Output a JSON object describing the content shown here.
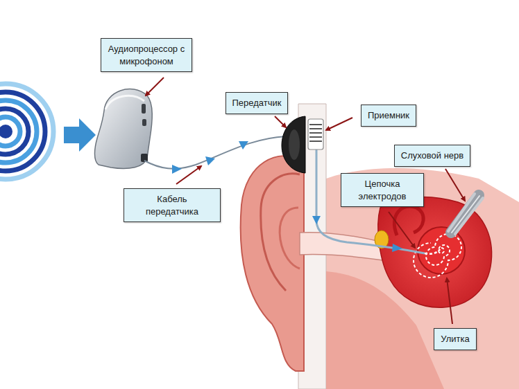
{
  "diagram": {
    "nodes": [
      {
        "text": [
          "Аудиопроцессор с микрофоном"
        ]
      },
      {
        "text": [
          "Передатчик"
        ]
      },
      {
        "text": [
          "Приемник"
        ]
      },
      {
        "text": [
          "Слуховой нерв"
        ]
      },
      {
        "text": [
          "Цепочка электродов"
        ]
      },
      {
        "text": [
          "Кабель передатчика"
        ]
      },
      {
        "text": [
          "Улитка"
        ]
      }
    ]
  }
}
